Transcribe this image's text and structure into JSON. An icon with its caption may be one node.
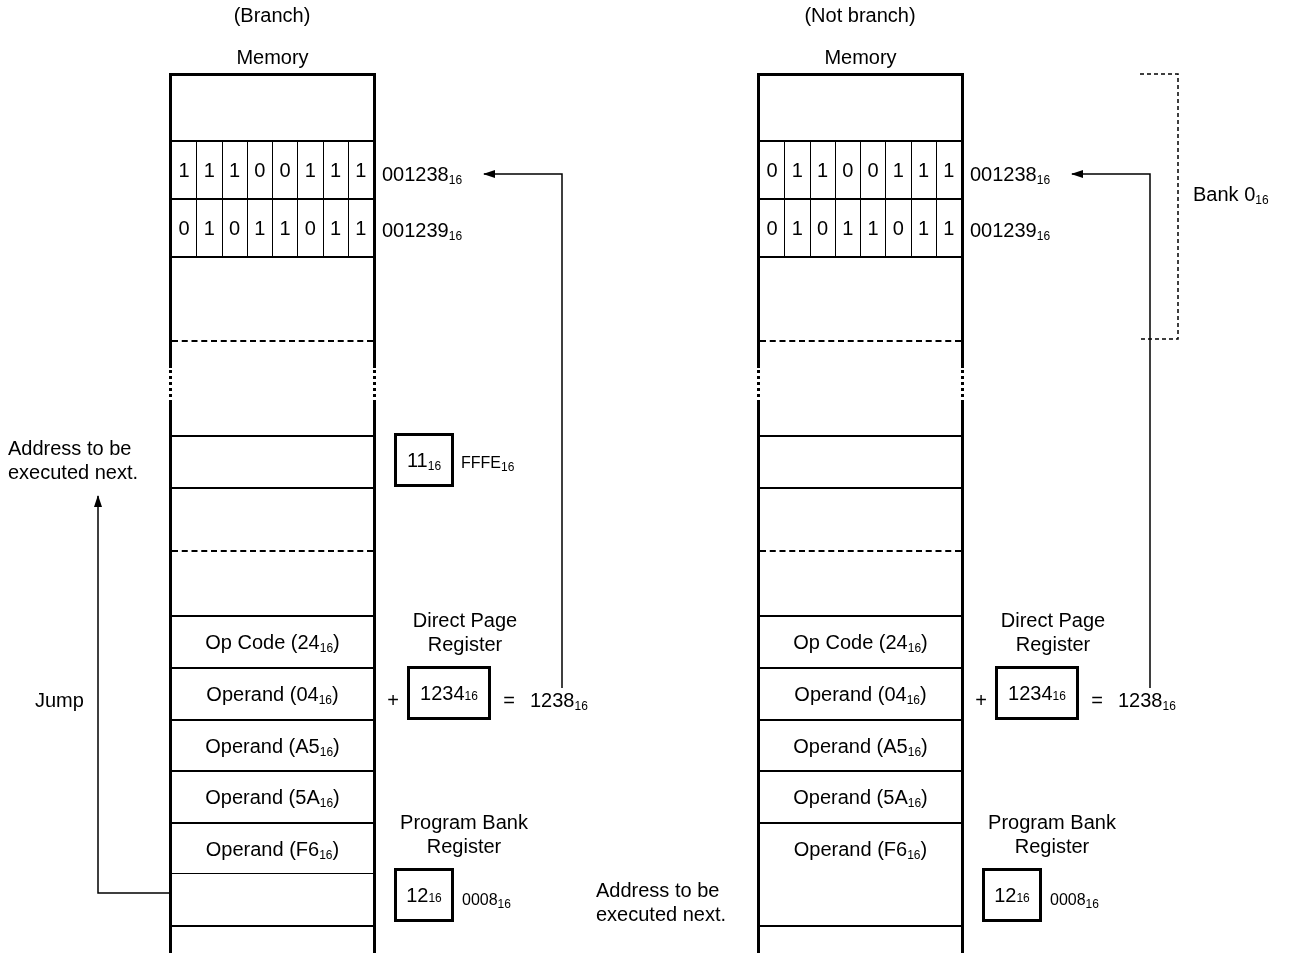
{
  "diagram": {
    "nodes": [
      {
        "text": [
          "Memory"
        ]
      },
      {
        "text": [
          "1",
          "1",
          "1",
          "0",
          "0",
          "1",
          "1",
          "1"
        ],
        "in": 0
      },
      {
        "text": [
          "0",
          "1",
          "0",
          "1",
          "1",
          "0",
          "1",
          "1"
        ],
        "in": 0
      },
      {
        "text": [
          "Op Code (24$_{16}$)"
        ],
        "in": 0
      },
      {
        "text": [
          "Operand (04$_{16}$)"
        ],
        "in": 0
      },
      {
        "text": [
          "Operand (A5$_{16}$)"
        ],
        "in": 0
      },
      {
        "text": [
          "Operand (5A$_{16}$)"
        ],
        "in": 0
      },
      {
        "text": [
          "Operand (F6$_{16}$)"
        ],
        "in": 0
      },
      {
        "text": [],
        "shape": "box",
        "in": 0
      },
      {
        "text": [
          "001238$_{16}$"
        ]
      },
      {
        "text": [
          "001239$_{16}$"
        ]
      },
      {
        "text": [
          "11$_{16}$"
        ],
        "beside": [
          "FFFE$_{16}$"
        ]
      },
      {
        "text": [
          "Direct Page Register",
          "1234$_{16}$"
        ]
      },
      {
        "text": [
          "1238$_{16}$"
        ]
      },
      {
        "text": [
          "Program Bank Register",
          "12$_{16}$"
        ],
        "beside": [
          "0008$_{16}$"
        ]
      },
      {
        "text": [
          "Address to be executed next."
        ]
      },
      {
        "text": [
          "Memory"
        ]
      },
      {
        "text": [
          "0",
          "1",
          "1",
          "0",
          "0",
          "1",
          "1",
          "1"
        ],
        "in": 16
      },
      {
        "text": [
          "0",
          "1",
          "0",
          "1",
          "1",
          "0",
          "1",
          "1"
        ],
        "in": 16
      },
      {
        "text": [
          "Op Code (24$_{16}$)"
        ],
        "in": 16
      },
      {
        "text": [
          "Operand (04$_{16}$)"
        ],
        "in": 16
      },
      {
        "text": [
          "Operand (A5$_{16}$)"
        ],
        "in": 16
      },
      {
        "text": [
          "Operand (5A$_{16}$)"
        ],
        "in": 16
      },
      {
        "text": [
          "Operand (F6$_{16}$)"
        ],
        "in": 16
      },
      {
        "text": [
          "001238$_{16}$"
        ]
      },
      {
        "text": [
          "001239$_{16}$"
        ]
      },
      {
        "text": [
          "Direct Page Register",
          "1234$_{16}$"
        ]
      },
      {
        "text": [
          "1238$_{16}$"
        ]
      },
      {
        "text": [
          "Program Bank Register",
          "12$_{16}$"
        ],
        "beside": [
          "0008$_{16}$"
        ]
      }
    ],
    "edges": [
      {
        "from": 13,
        "to": 9,
        "arrow": "to"
      },
      {
        "from": 8,
        "to": 15,
        "arrow": "to",
        "label": "Jump"
      },
      {
        "from": 27,
        "to": 24,
        "arrow": "to"
      }
    ],
    "labels": [
      "(Branch)",
      "(Not branch)",
      "Bank 0$_{16}$",
      "+",
      "=",
      "+",
      "=",
      "Address to be executed next."
    ]
  }
}
